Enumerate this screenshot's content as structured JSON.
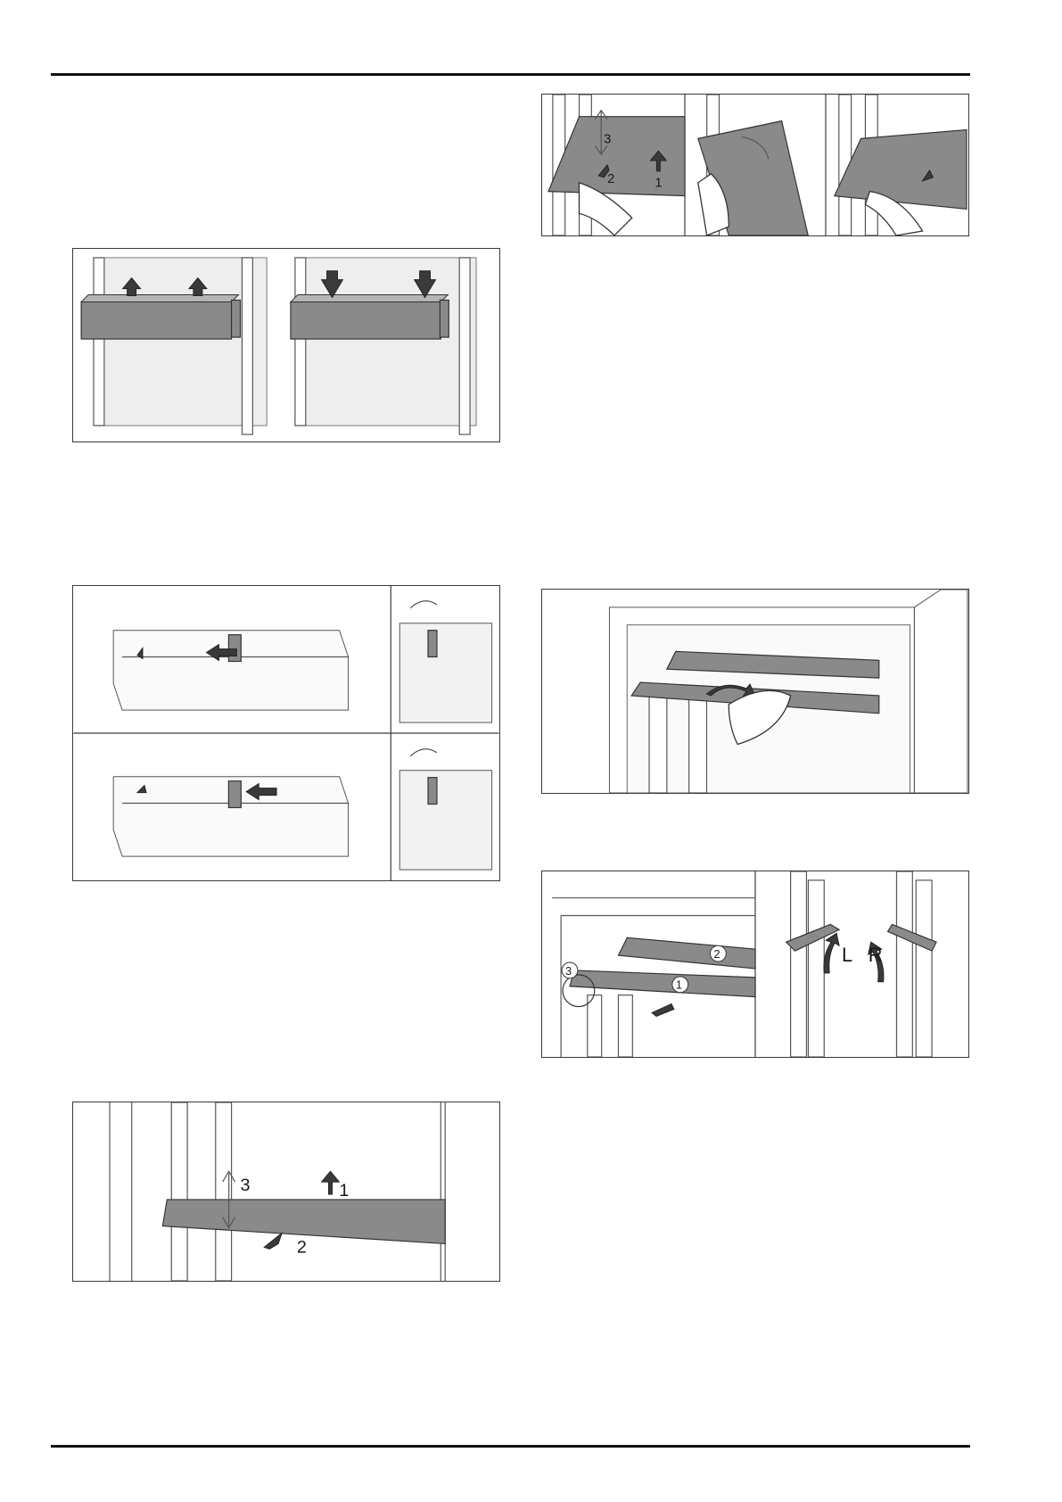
{
  "labels": {
    "fig6_numbers": [
      "3",
      "2",
      "1"
    ],
    "fig1_numbers": [
      "3",
      "2",
      "1"
    ],
    "fig4_circles": [
      "3",
      "2",
      "1"
    ],
    "fig4_sides": [
      "L",
      "R"
    ]
  }
}
